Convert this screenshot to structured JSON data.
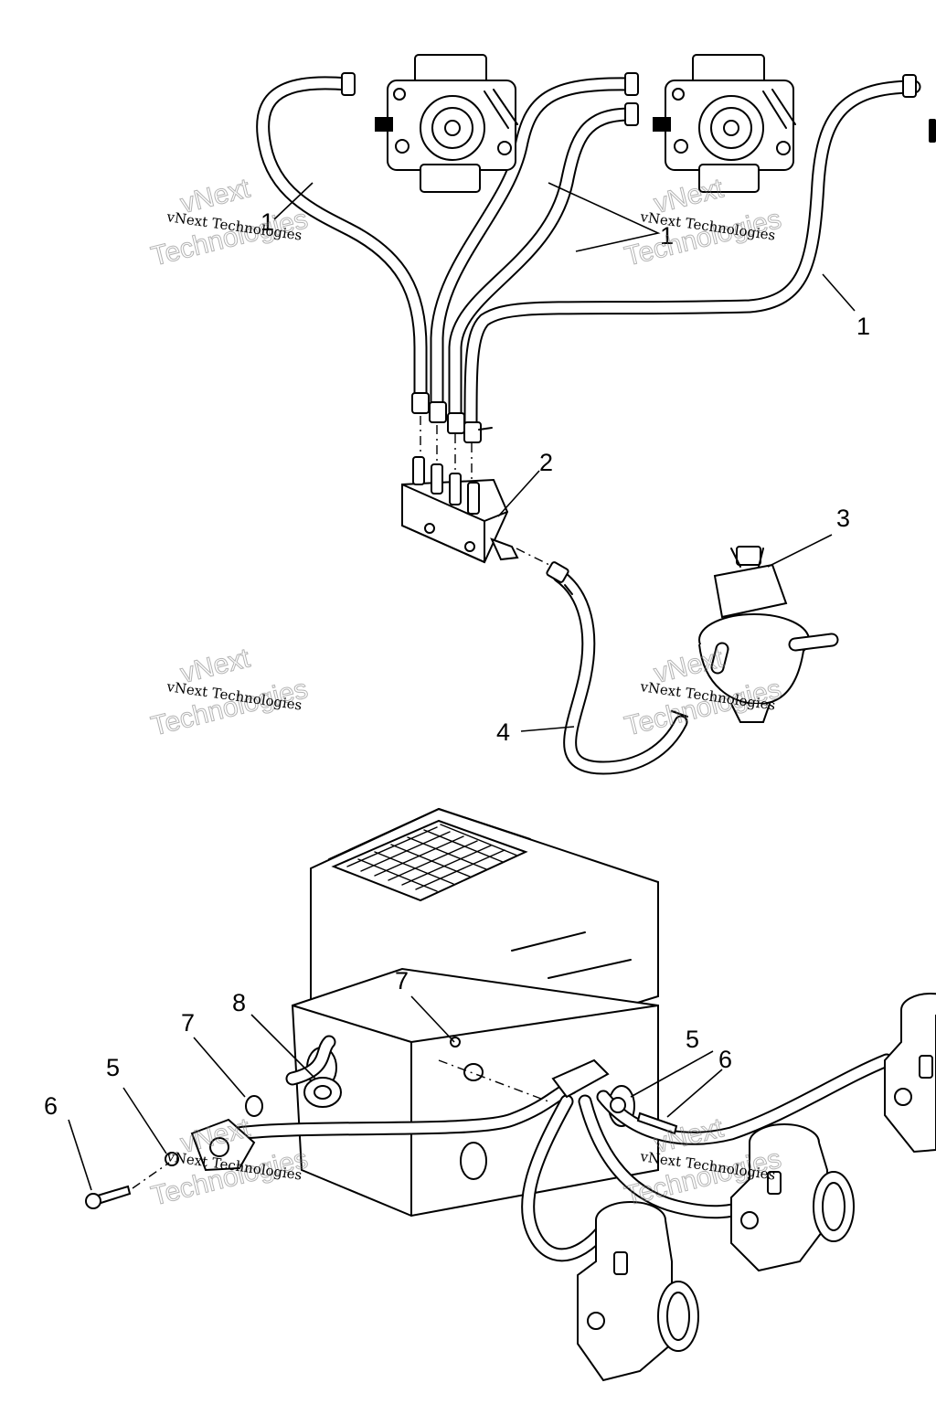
{
  "callouts": {
    "upper": [
      "1",
      "1",
      "1",
      "2",
      "3",
      "4"
    ],
    "lower": [
      "7",
      "8",
      "7",
      "5",
      "6",
      "5",
      "6"
    ]
  },
  "watermark": {
    "company": "vNext Technologies",
    "line1": "vNext",
    "line2": "Technologies"
  }
}
